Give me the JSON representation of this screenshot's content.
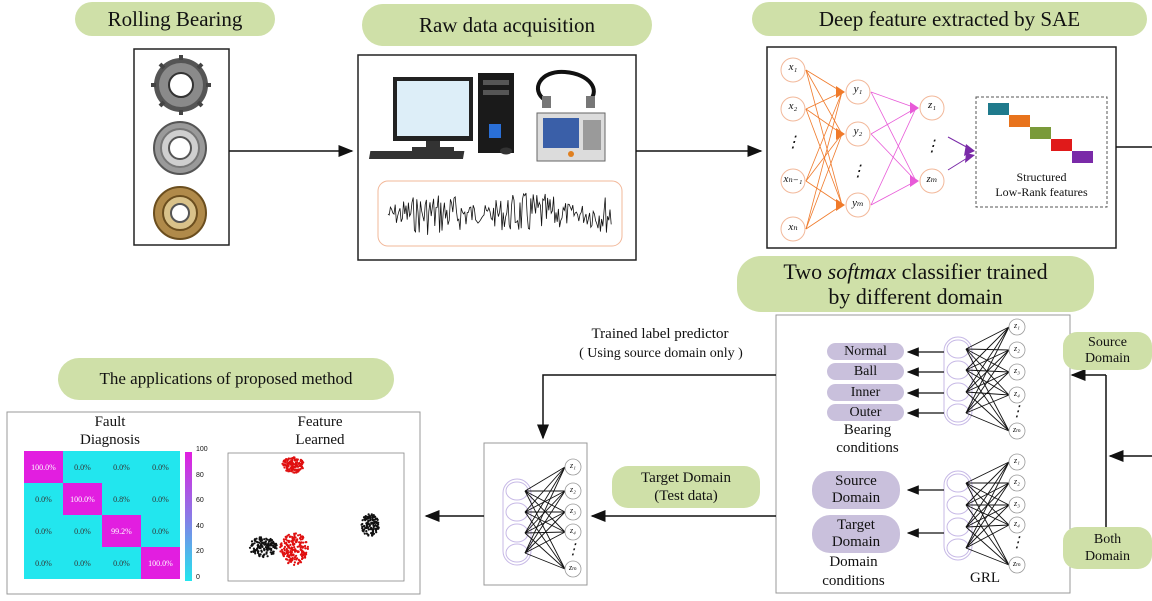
{
  "titles": {
    "rolling_bearing": "Rolling Bearing",
    "raw_data": "Raw data acquisition",
    "sae": "Deep feature extracted by SAE",
    "softmax_pre": "Two ",
    "softmax_em": "softmax",
    "softmax_post": " classifier trained",
    "softmax_line2": "by different domain",
    "applications": "The applications of proposed method"
  },
  "sae": {
    "inputs": [
      "x₁",
      "x₂",
      "⋮",
      "xₙ₋₁",
      "xₙ"
    ],
    "hidden1": [
      "y₁",
      "y₂",
      "⋮",
      "yₘ"
    ],
    "hidden2": [
      "z₁",
      "⋮",
      "zₘ"
    ],
    "lowrank_label_1": "Structured",
    "lowrank_label_2": "Low-Rank features",
    "lowrank_colors": [
      "#1f7a8c",
      "#e8731c",
      "#7a9a3a",
      "#e01a1a",
      "#7a2aa8"
    ]
  },
  "classifier": {
    "source_domain_1": "Source",
    "source_domain_2": "Domain",
    "both_domain_1": "Both",
    "both_domain_2": "Domain",
    "bearing_labels": [
      "Normal",
      "Ball",
      "Inner",
      "Outer"
    ],
    "bearing_conditions_1": "Bearing",
    "bearing_conditions_2": "conditions",
    "domain_labels": [
      [
        "Source",
        "Domain"
      ],
      [
        "Target",
        "Domain"
      ]
    ],
    "domain_conditions_1": "Domain",
    "domain_conditions_2": "conditions",
    "grl": "GRL",
    "z_nodes": [
      "z₁",
      "z₂",
      "z₃",
      "z₄",
      "⋮",
      "zₘ"
    ]
  },
  "predictor": {
    "label_1": "Trained label predictor",
    "label_2": "( Using source domain only )",
    "target_1": "Target Domain",
    "target_2": "(Test data)",
    "z_nodes": [
      "z₁",
      "z₂",
      "z₃",
      "z₄",
      "⋮",
      "zₘ"
    ]
  },
  "applications": {
    "fault_title_1": "Fault",
    "fault_title_2": "Diagnosis",
    "feature_title_1": "Feature",
    "feature_title_2": "Learned",
    "matrix": [
      [
        "100.0%",
        "0.0%",
        "0.0%",
        "0.0%"
      ],
      [
        "0.0%",
        "100.0%",
        "0.8%",
        "0.0%"
      ],
      [
        "0.0%",
        "0.0%",
        "99.2%",
        "0.0%"
      ],
      [
        "0.0%",
        "0.0%",
        "0.0%",
        "100.0%"
      ]
    ],
    "colorbar_ticks": [
      "100",
      "80",
      "60",
      "40",
      "20",
      "0"
    ],
    "diag_color": "#e21ee0",
    "offdiag_color": "#22e6ee"
  }
}
